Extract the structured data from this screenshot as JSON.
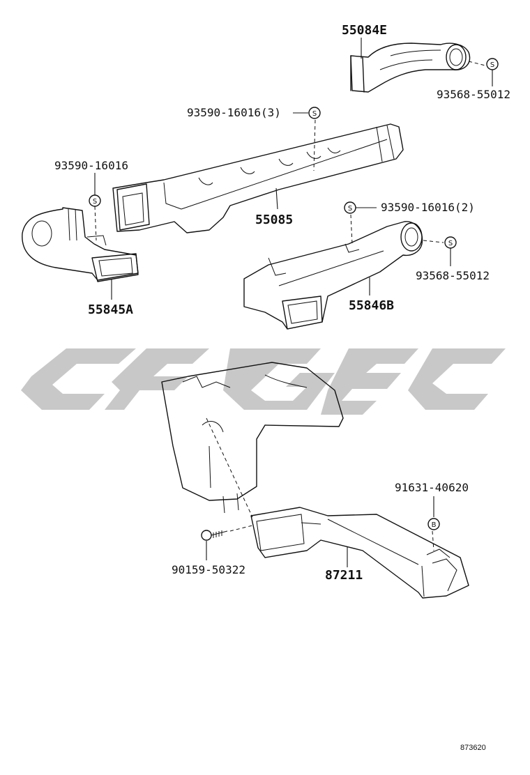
{
  "parts": {
    "p55084e": "55084E",
    "p93568_a": "93568-55012",
    "p93590_3": "93590-16016(3)",
    "p93590_left": "93590-16016",
    "p55085": "55085",
    "p93590_2": "93590-16016(2)",
    "p93568_b": "93568-55012",
    "p55845a": "55845A",
    "p55846b": "55846B",
    "p91631": "91631-40620",
    "p90159": "90159-50322",
    "p87211": "87211"
  },
  "symbols": {
    "s": "S",
    "b": "B"
  },
  "drawing_code": "873620",
  "colors": {
    "line": "#111111",
    "watermark": "#c8c8c8"
  }
}
